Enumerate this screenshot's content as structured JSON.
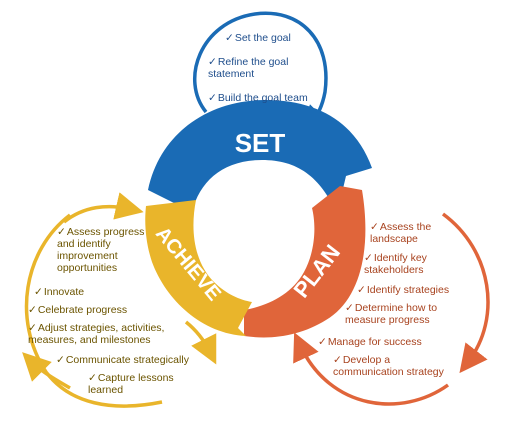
{
  "colors": {
    "set": "#1a6bb5",
    "plan": "#e0653a",
    "achieve": "#e9b52b",
    "set_text": "#1f4e8c",
    "plan_text": "#a8431f",
    "achieve_text": "#6b5400"
  },
  "check_mark": "✓",
  "segments": {
    "set": "SET",
    "plan": "PLAN",
    "achieve": "ACHIEVE"
  },
  "set_items": [
    "Set the goal",
    "Refine the goal statement",
    "Build the goal team"
  ],
  "plan_items": [
    "Assess the landscape",
    "Identify key stakeholders",
    "Identify strategies",
    "Determine how to measure progress",
    "Manage for success",
    "Develop a communication strategy"
  ],
  "achieve_items": [
    "Assess progress and identify improvement opportunities",
    "Innovate",
    "Celebrate progress",
    "Adjust strategies, activities, measures, and milestones",
    "Communicate strategically",
    "Capture lessons learned"
  ]
}
